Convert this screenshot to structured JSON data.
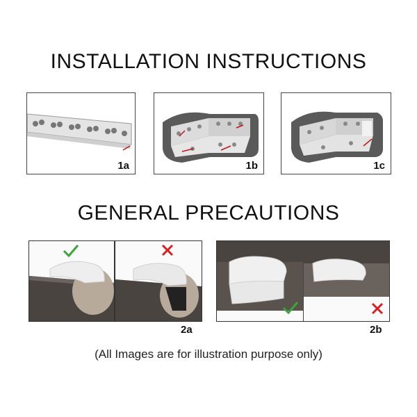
{
  "installation": {
    "title": "INSTALLATION INSTRUCTIONS",
    "steps": [
      {
        "label": "1a"
      },
      {
        "label": "1b"
      },
      {
        "label": "1c"
      }
    ]
  },
  "precautions": {
    "title": "GENERAL PRECAUTIONS",
    "examples": [
      {
        "label": "2a",
        "correct_icon": "check-icon",
        "wrong_icon": "cross-icon"
      },
      {
        "label": "2b",
        "correct_icon": "check-icon",
        "wrong_icon": "cross-icon"
      }
    ]
  },
  "caption": "(All Images are for illustration purpose only)",
  "colors": {
    "check": "#3aa53a",
    "cross": "#d62020",
    "arrow": "#c0151b",
    "guard": "#5a5a5a",
    "wood": "#4a4440"
  }
}
